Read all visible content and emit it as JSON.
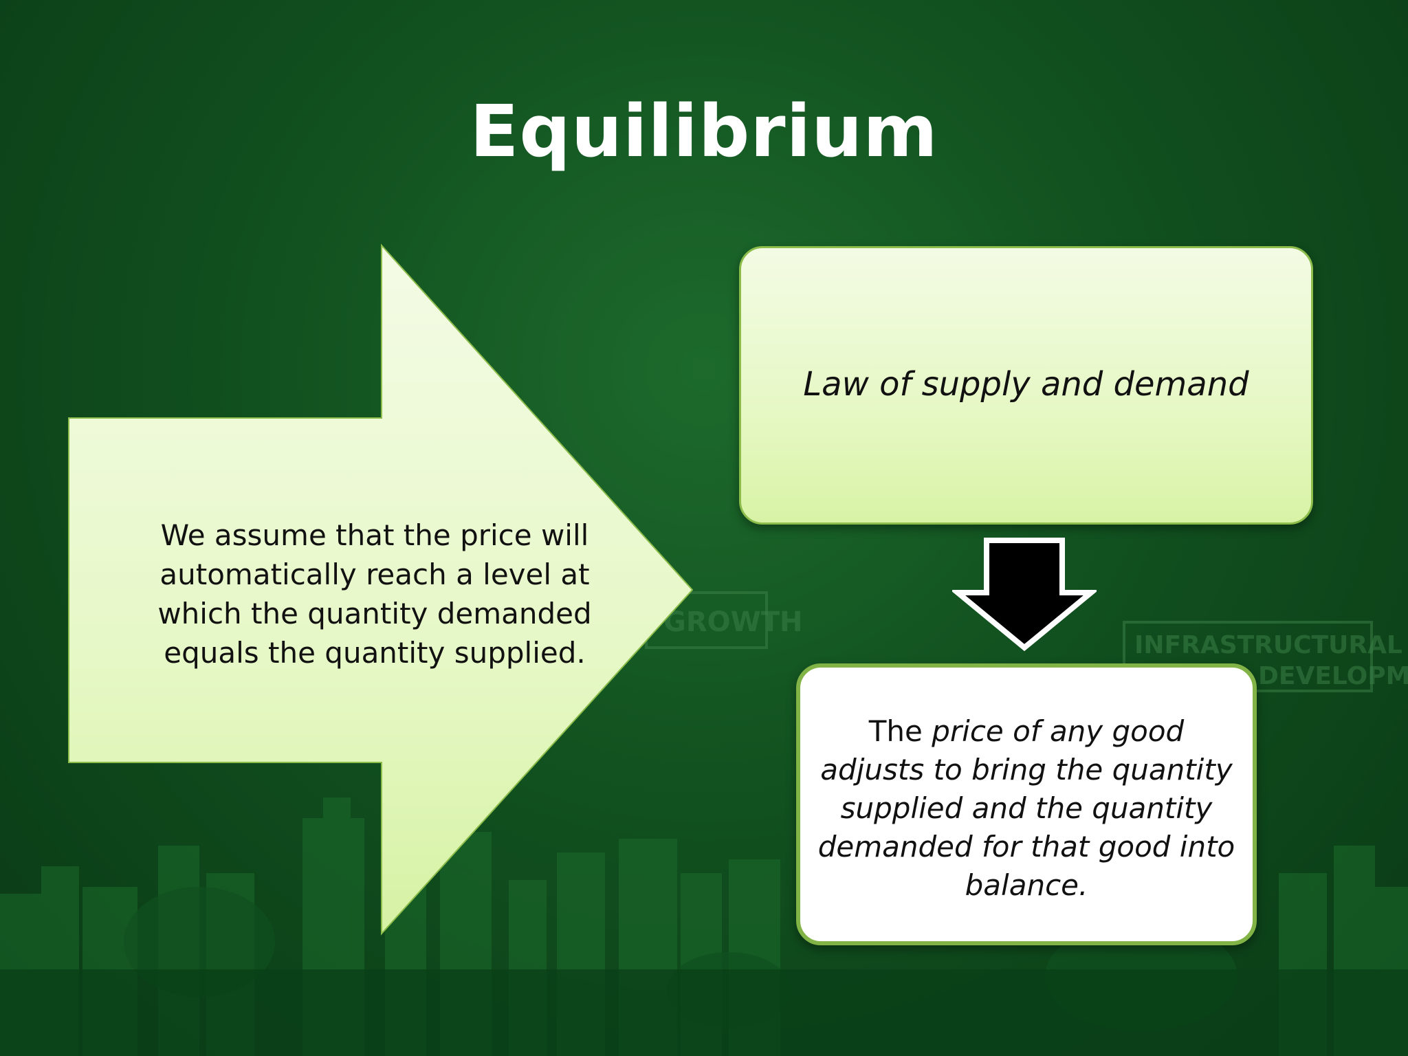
{
  "slide": {
    "title": "Equilibrium",
    "assumption_text": "We assume that the price will automatically reach a level at which the quantity demanded equals the quantity supplied.",
    "law_text": "Law of supply and demand",
    "result_lead": "The ",
    "result_italic": "price of any good adjusts to bring the quantity supplied and the quantity demanded for that good into balance.",
    "background_signs": [
      "GROWTH",
      "INFRASTRUCTURAL",
      "DEVELOPMENT"
    ]
  },
  "colors": {
    "background_dark": "#0a3a15",
    "background_mid": "#11501f",
    "shape_fill_light": "#f3fbe4",
    "shape_fill_dark": "#d8f3a6",
    "box_border": "#82b347",
    "down_arrow_fill": "#000000",
    "down_arrow_outline": "#ffffff",
    "title_color": "#ffffff"
  }
}
